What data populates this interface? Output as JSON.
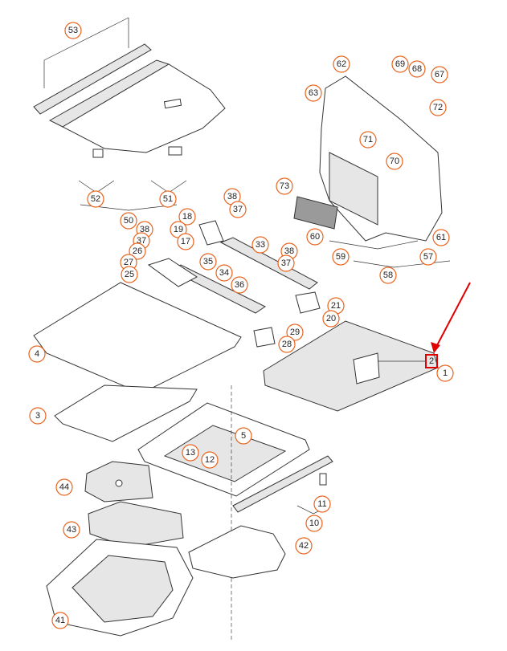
{
  "diagram": {
    "highlighted_label": "2",
    "highlight_color": "#e00000",
    "callout_color": "#e8641e",
    "callout_labels": [
      "53",
      "62",
      "69",
      "68",
      "67",
      "63",
      "72",
      "71",
      "70",
      "73",
      "60",
      "59",
      "57",
      "61",
      "58",
      "52",
      "51",
      "50",
      "38",
      "37",
      "18",
      "19",
      "17",
      "33",
      "26",
      "27",
      "25",
      "35",
      "34",
      "36",
      "21",
      "20",
      "29",
      "28",
      "4",
      "1",
      "3",
      "5",
      "13",
      "12",
      "11",
      "10",
      "44",
      "43",
      "42",
      "41"
    ]
  }
}
